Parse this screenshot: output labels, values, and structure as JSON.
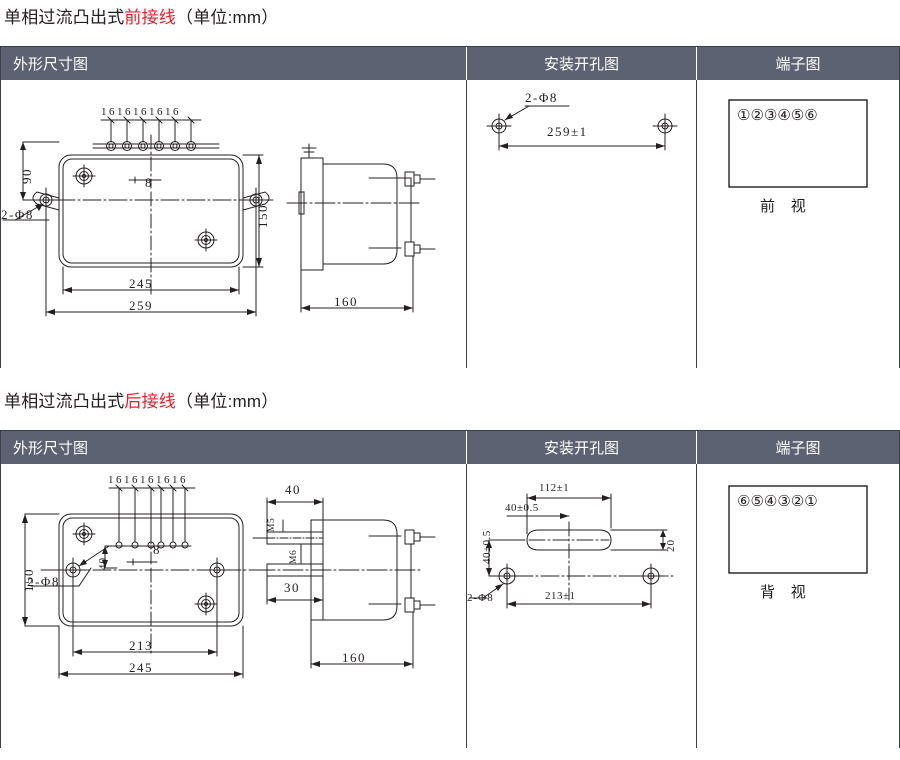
{
  "sections": [
    {
      "title_prefix": "单相过流凸出式",
      "title_highlight": "前接线",
      "title_unit": "（单位:mm）",
      "columns": [
        {
          "header": "外形尺寸图"
        },
        {
          "header": "安装开孔图"
        },
        {
          "header": "端子图"
        }
      ],
      "outline_drawing": {
        "pin_pitch_labels": [
          "16",
          "16",
          "16",
          "16",
          "16"
        ],
        "pin_offset_label": "8",
        "dim_left_vertical": "90",
        "dim_hole_note": "2-Φ8",
        "dim_right_vertical": "150",
        "dim_bottom_inner": "245",
        "dim_bottom_outer": "259",
        "dim_side_width": "160"
      },
      "panel_cutout_drawing": {
        "hole_note": "2-Φ8",
        "dim_span": "259±1"
      },
      "terminal_drawing": {
        "terminals": [
          "①",
          "②",
          "③",
          "④",
          "⑤",
          "⑥"
        ],
        "view_label": "前 视"
      }
    },
    {
      "title_prefix": "单相过流凸出式",
      "title_highlight": "后接线",
      "title_unit": "（单位:mm）",
      "columns": [
        {
          "header": "外形尺寸图"
        },
        {
          "header": "安装开孔图"
        },
        {
          "header": "端子图"
        }
      ],
      "outline_drawing": {
        "pin_pitch_labels": [
          "16",
          "16",
          "16",
          "16",
          "16"
        ],
        "pin_offset_label": "8",
        "dim_left_vertical": "150",
        "dim_inner_vertical": "40",
        "dim_hole_note": "2-Φ8",
        "dim_bottom_inner": "213",
        "dim_bottom_outer": "245",
        "dim_side_top": "40",
        "dim_side_bottom": "30",
        "dim_side_width": "160",
        "thread_upper": "M5",
        "thread_lower": "M6"
      },
      "panel_cutout_drawing": {
        "hole_note": "2-Φ8",
        "dim_vertical": "40±0.5",
        "dim_slot_offset": "40±0.5",
        "dim_slot_width": "112±1",
        "dim_slot_height": "20",
        "dim_span": "213±1"
      },
      "terminal_drawing": {
        "terminals": [
          "⑥",
          "⑤",
          "④",
          "③",
          "②",
          "①"
        ],
        "view_label": "背 视"
      }
    }
  ],
  "colors": {
    "header_bg": "#5d6272",
    "header_text": "#ffffff",
    "highlight": "#ee1c25",
    "line": "#231f20",
    "border": "#3c3f4a"
  }
}
